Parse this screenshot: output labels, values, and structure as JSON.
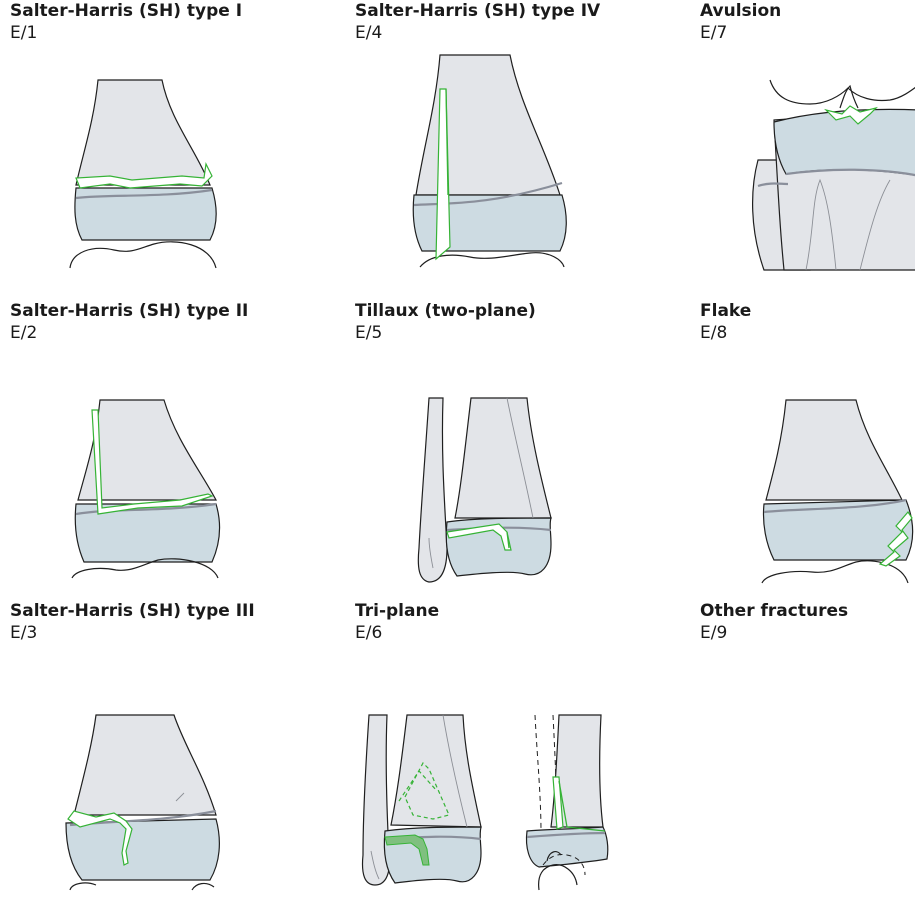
{
  "panels": [
    {
      "title": "Salter-Harris (SH) type I",
      "code": "E/1"
    },
    {
      "title": "Salter-Harris (SH) type IV",
      "code": "E/4"
    },
    {
      "title": "Avulsion",
      "code": "E/7"
    },
    {
      "title": "Salter-Harris (SH) type II",
      "code": "E/2"
    },
    {
      "title": "Tillaux (two-plane)",
      "code": "E/5"
    },
    {
      "title": "Flake",
      "code": "E/8"
    },
    {
      "title": "Salter-Harris (SH) type III",
      "code": "E/3"
    },
    {
      "title": "Tri-plane",
      "code": "E/6"
    },
    {
      "title": "Other fractures",
      "code": "E/9"
    }
  ],
  "colors": {
    "bone": "#e3e5e9",
    "epiphysis": "#cddbe2",
    "fracture": "#36b336",
    "outline": "#1f1f1f"
  }
}
